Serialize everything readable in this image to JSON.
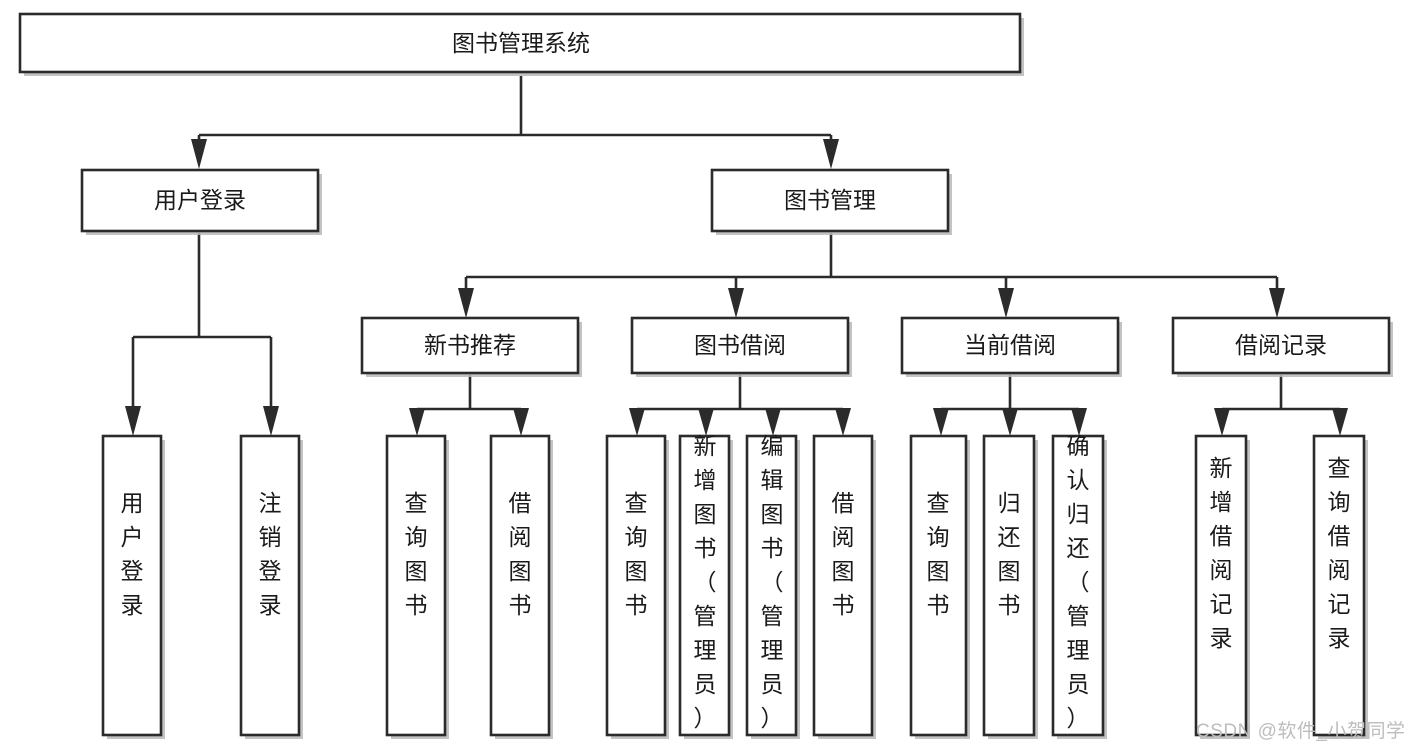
{
  "diagram": {
    "type": "tree-hierarchy",
    "title": "图书管理系统",
    "background_color": "#ffffff",
    "line_color": "#2b2b2b",
    "box_fill": "#ffffff",
    "text_color": "#1a1a1a",
    "root": {
      "label": "图书管理系统",
      "id": "root"
    },
    "level2": [
      {
        "id": "user-login",
        "label": "用户登录"
      },
      {
        "id": "book-manage",
        "label": "图书管理"
      }
    ],
    "level3": [
      {
        "id": "new-book-recommend",
        "label": "新书推荐",
        "parent": "book-manage"
      },
      {
        "id": "book-borrow",
        "label": "图书借阅",
        "parent": "book-manage"
      },
      {
        "id": "current-borrow",
        "label": "当前借阅",
        "parent": "book-manage"
      },
      {
        "id": "borrow-record",
        "label": "借阅记录",
        "parent": "book-manage"
      }
    ],
    "leaves": {
      "user-login": [
        {
          "id": "leaf-user-login",
          "label": "用户登录"
        },
        {
          "id": "leaf-user-logout",
          "label": "注销登录"
        }
      ],
      "new-book-recommend": [
        {
          "id": "leaf-query-book-1",
          "label": "查询图书"
        },
        {
          "id": "leaf-borrow-book-1",
          "label": "借阅图书"
        }
      ],
      "book-borrow": [
        {
          "id": "leaf-query-book-2",
          "label": "查询图书"
        },
        {
          "id": "leaf-add-book",
          "label": "新增图书（管理员）"
        },
        {
          "id": "leaf-edit-book",
          "label": "编辑图书（管理员）"
        },
        {
          "id": "leaf-borrow-book-2",
          "label": "借阅图书"
        }
      ],
      "current-borrow": [
        {
          "id": "leaf-query-book-3",
          "label": "查询图书"
        },
        {
          "id": "leaf-return-book",
          "label": "归还图书"
        },
        {
          "id": "leaf-confirm-return",
          "label": "确认归还（管理员）"
        }
      ],
      "borrow-record": [
        {
          "id": "leaf-add-record",
          "label": "新增借阅记录"
        },
        {
          "id": "leaf-query-record",
          "label": "查询借阅记录"
        }
      ]
    }
  },
  "watermark": {
    "text": "CSDN @软件_小贺同学"
  }
}
